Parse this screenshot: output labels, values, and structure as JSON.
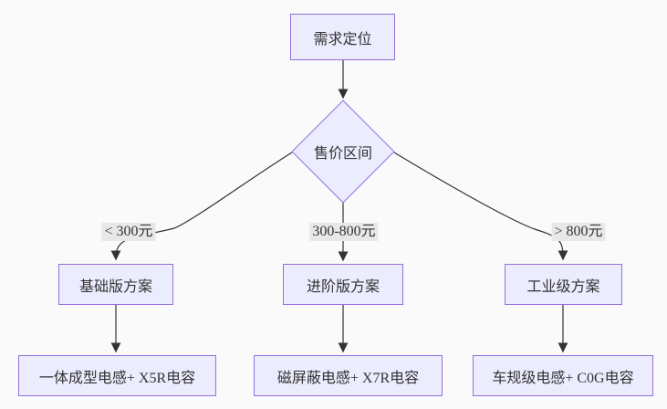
{
  "diagram": {
    "type": "flowchart",
    "direction": "top-down",
    "colors": {
      "canvas_background": "#fafafa",
      "node_fill": "#ECECFF",
      "node_border": "#9370DB",
      "node_text": "#333333",
      "edge_line": "#333333",
      "edge_label_background": "#e8e8e8"
    },
    "nodes": {
      "root": {
        "label": "需求定位",
        "shape": "rectangle"
      },
      "decision": {
        "label": "售价区间",
        "shape": "diamond"
      },
      "basic": {
        "label": "基础版方案",
        "shape": "rectangle"
      },
      "advanced": {
        "label": "进阶版方案",
        "shape": "rectangle"
      },
      "industrial": {
        "label": "工业级方案",
        "shape": "rectangle"
      },
      "basic_detail": {
        "label": "一体成型电感+ X5R电容",
        "shape": "rectangle"
      },
      "advanced_detail": {
        "label": "磁屏蔽电感+ X7R电容",
        "shape": "rectangle"
      },
      "industrial_detail": {
        "label": "车规级电感+ C0G电容",
        "shape": "rectangle"
      }
    },
    "edge_labels": {
      "lt300": "< 300元",
      "mid": "300-800元",
      "gt800": "> 800元"
    },
    "edges": [
      {
        "from": "root",
        "to": "decision",
        "label": ""
      },
      {
        "from": "decision",
        "to": "basic",
        "label": "< 300元"
      },
      {
        "from": "decision",
        "to": "advanced",
        "label": "300-800元"
      },
      {
        "from": "decision",
        "to": "industrial",
        "label": "> 800元"
      },
      {
        "from": "basic",
        "to": "basic_detail",
        "label": ""
      },
      {
        "from": "advanced",
        "to": "advanced_detail",
        "label": ""
      },
      {
        "from": "industrial",
        "to": "industrial_detail",
        "label": ""
      }
    ]
  }
}
